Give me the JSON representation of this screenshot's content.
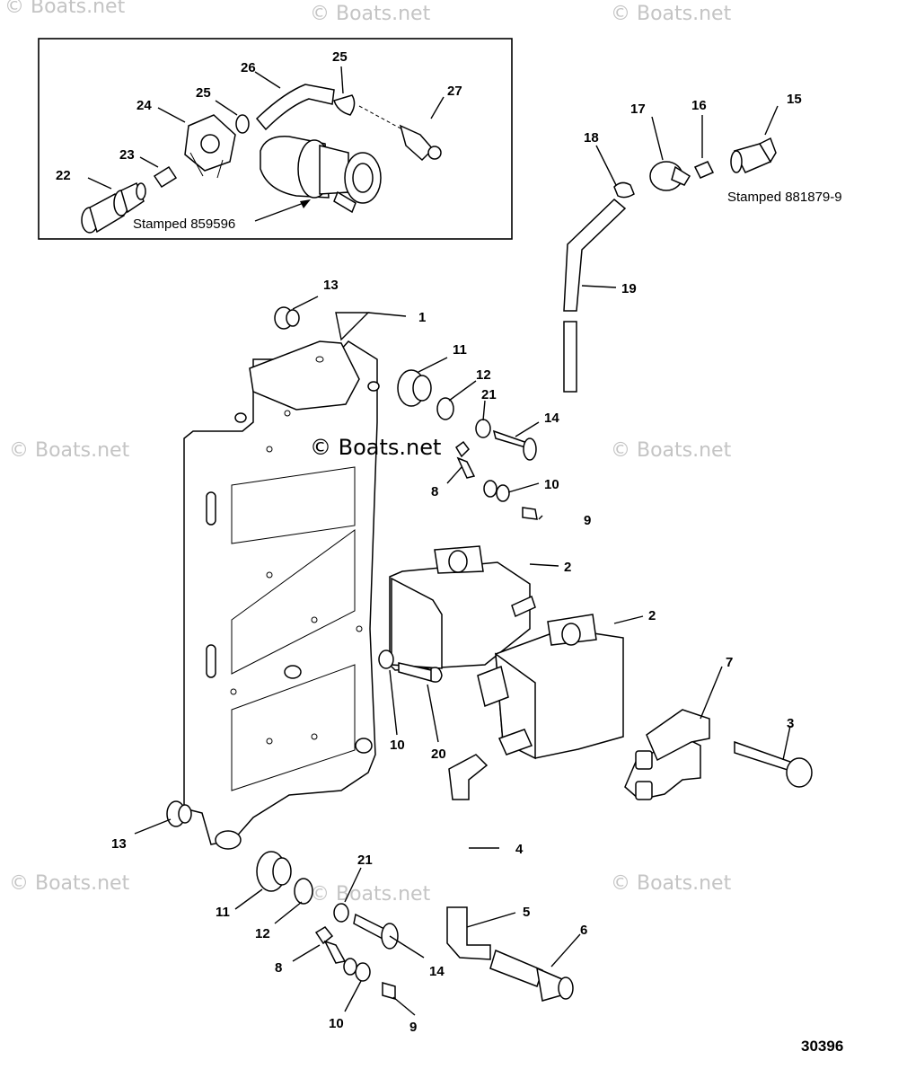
{
  "watermark": "© Boats.net",
  "copyright": "© Boats.net",
  "figure_number": "30396",
  "inset": {
    "stamp_label": "Stamped 859596"
  },
  "sensor_stamp": "Stamped 881879-9",
  "callouts": {
    "c1": "1",
    "c2a": "2",
    "c2b": "2",
    "c3": "3",
    "c4": "4",
    "c5": "5",
    "c6": "6",
    "c7": "7",
    "c8a": "8",
    "c8b": "8",
    "c9a": "9",
    "c9b": "9",
    "c10a": "10",
    "c10b": "10",
    "c10c": "10",
    "c11a": "11",
    "c11b": "11",
    "c12a": "12",
    "c12b": "12",
    "c13a": "13",
    "c13b": "13",
    "c14a": "14",
    "c14b": "14",
    "c15": "15",
    "c16": "16",
    "c17": "17",
    "c18": "18",
    "c19": "19",
    "c20": "20",
    "c21a": "21",
    "c21b": "21",
    "c22": "22",
    "c23": "23",
    "c24": "24",
    "c25a": "25",
    "c25b": "25",
    "c26": "26",
    "c27": "27"
  }
}
